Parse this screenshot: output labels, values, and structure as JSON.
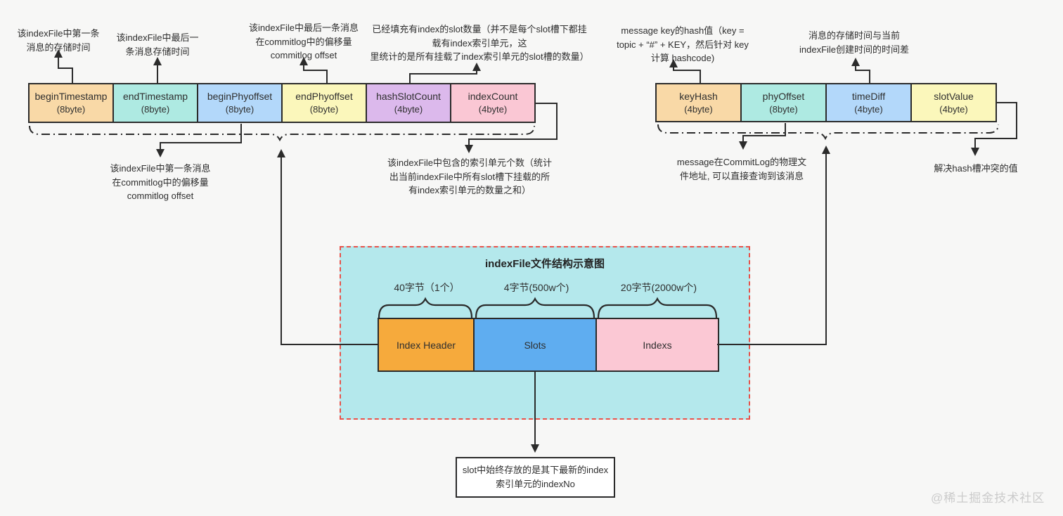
{
  "watermark": "@稀土掘金技术社区",
  "colors": {
    "page_bg": "#f7f7f6",
    "line": "#2b2b2b",
    "diagram_border": "#e8524a"
  },
  "index_header_row": {
    "fields": [
      {
        "name": "beginTimestamp",
        "size": "(8byte)",
        "color": "#f9d9a7"
      },
      {
        "name": "endTimestamp",
        "size": "(8byte)",
        "color": "#aeeae2"
      },
      {
        "name": "beginPhyoffset",
        "size": "(8byte)",
        "color": "#b3d8fa"
      },
      {
        "name": "endPhyoffset",
        "size": "(8byte)",
        "color": "#fbf7bb"
      },
      {
        "name": "hashSlotCount",
        "size": "(4byte)",
        "color": "#dcb9ec"
      },
      {
        "name": "indexCount",
        "size": "(4byte)",
        "color": "#fac7d4"
      }
    ]
  },
  "index_unit_row": {
    "fields": [
      {
        "name": "keyHash",
        "size": "(4byte)",
        "color": "#f9d9a7"
      },
      {
        "name": "phyOffset",
        "size": "(8byte)",
        "color": "#aeeae2"
      },
      {
        "name": "timeDiff",
        "size": "(4byte)",
        "color": "#b3d8fa"
      },
      {
        "name": "slotValue",
        "size": "(4byte)",
        "color": "#fbf7bb"
      }
    ]
  },
  "annotations": {
    "begin_timestamp": "该indexFile中第一条\n消息的存储时间",
    "end_timestamp": "该indexFile中最后一\n条消息存储时间",
    "end_phyoffset": "该indexFile中最后一条消息\n在commitlog中的偏移量\ncommitlog offset",
    "hash_slot_count": "已经填充有index的slot数量（并不是每个slot槽下都挂\n载有index索引单元，这\n里统计的是所有挂载了index索引单元的slot槽的数量）",
    "key_hash": "message key的hash值（key =\ntopic + “#” + KEY，然后针对 key\n计算 hashcode)",
    "time_diff": "消息的存储时间与当前\nindexFile创建时间的时间差",
    "begin_phyoffset": "该indexFile中第一条消息\n在commitlog中的偏移量\ncommitlog offset",
    "index_count": "该indexFile中包含的索引单元个数（统计\n出当前indexFile中所有slot槽下挂载的所\n有index索引单元的数量之和）",
    "phy_offset": "message在CommitLog的物理文\n件地址, 可以直接查询到该消息",
    "slot_value": "解决hash槽冲突的值"
  },
  "diagram": {
    "title": "indexFile文件结构示意图",
    "background": "#b4e8ec",
    "sections": [
      {
        "label": "40字节（1个）",
        "name": "Index Header",
        "color": "#f6aa3c"
      },
      {
        "label": "4字节(500w个)",
        "name": "Slots",
        "color": "#5fadf0"
      },
      {
        "label": "20字节(2000w个)",
        "name": "Indexs",
        "color": "#fbc8d4"
      }
    ]
  },
  "note_box": {
    "text": "slot中始终存放的是其下最新的index\n索引单元的indexNo"
  }
}
